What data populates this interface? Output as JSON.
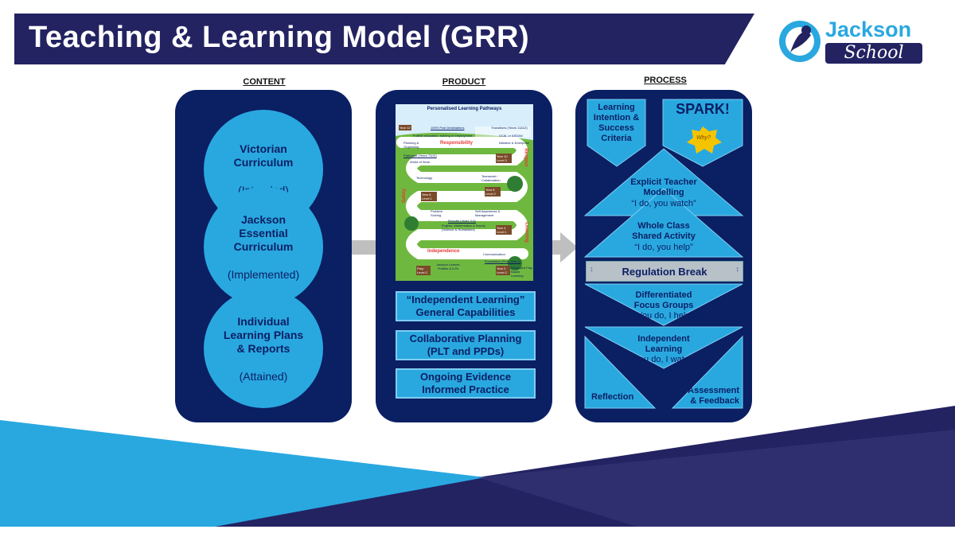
{
  "title": "Teaching & Learning Model (GRR)",
  "logo": {
    "line1": "Jackson",
    "line2": "School"
  },
  "columns": {
    "content": {
      "heading": "CONTENT",
      "circles": [
        {
          "name": "Victorian\nCurriculum",
          "note": "(Intended)"
        },
        {
          "name": "Jackson\nEssential\nCurriculum",
          "note": "(Implemented)"
        },
        {
          "name": "Individual\nLearning Plans\n& Reports",
          "note": "(Attained)"
        }
      ]
    },
    "product": {
      "heading": "PRODUCT",
      "pathway": {
        "title": "Personalised Learning Pathways",
        "year12": "Year 12",
        "destinations": "100% Post Destinations",
        "transitions": "Transitions (Years 11&12)",
        "further": "Further education, training or employment",
        "vcal": "VCAL or ASDAN",
        "responsibility": "Responsibility",
        "respect": "Respect",
        "safety": "Safety",
        "learning": "Learning",
        "independence": "Independence",
        "planning": "Planning & Organising",
        "initiative": "Initiative & Enterprise",
        "pathways": "Pathways (Years 7&10)",
        "world": "World of Work",
        "technology": "Technology",
        "teamwork": "Teamwork / Collaboration",
        "problem": "Problem Solving",
        "selfaware": "Self Awareness & Management",
        "breadth": "Breadth (Years 3-6)",
        "english": "English, Mathematics & Inquiry (Science & Humanities)",
        "communication": "Communication",
        "foundation": "Foundation (Prep-Year 2)",
        "integrated": "Integrated Play Based Learning",
        "jlp": "Jackson Learner Profiles & ILPs",
        "year10": "Year 10 Level 3",
        "year6": "Year 6 Level 1",
        "year8": "Year 8 Level 2",
        "year4": "Year 4 Level 1",
        "prep": "Prep Level C",
        "year2": "Year 2 Level C"
      },
      "boxes": [
        "“Independent Learning” General Capabilities",
        "Collaborative Planning (PLT and PPDs)",
        "Ongoing Evidence Informed Practice"
      ]
    },
    "process": {
      "heading": "PROCESS",
      "intention": "Learning\nIntention &\nSuccess\nCriteria",
      "spark": "SPARK!",
      "why": "Why?",
      "explicit": "Explicit Teacher\nModelling",
      "explicit_q": "“I do, you watch”",
      "whole": "Whole Class\nShared Activity",
      "whole_q": "“I do, you help”",
      "regulation": "Regulation Break",
      "diff": "Differentiated\nFocus Groups",
      "diff_q": "“You do, I help”",
      "indep": "Independent\nLearning",
      "indep_q": "“You do, I watch”",
      "reflection": "Reflection",
      "assessment": "Assessment\n& Feedback"
    }
  },
  "colors": {
    "navy": "#0b1f63",
    "blue": "#29a8e0",
    "dark": "#232362",
    "grey": "#bfbfbf"
  }
}
